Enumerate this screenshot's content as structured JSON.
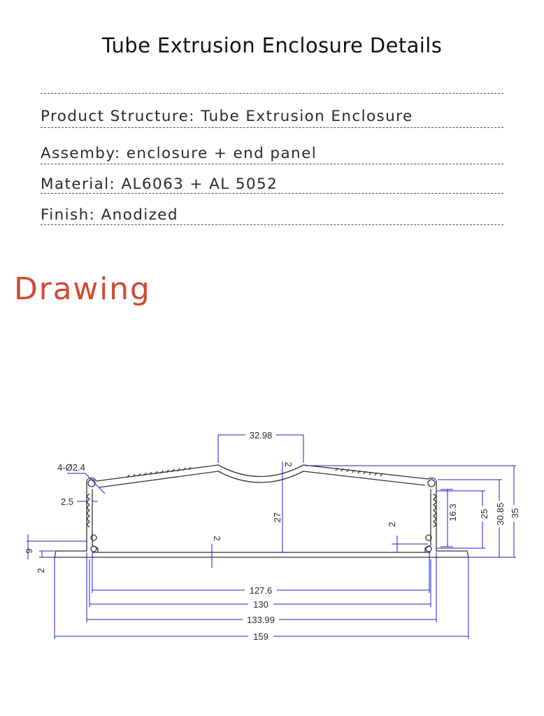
{
  "header": {
    "title": "Tube Extrusion Enclosure Details"
  },
  "specs": [
    {
      "label": "Product Structure",
      "value": "Tube Extrusion Enclosure"
    },
    {
      "label": "Assemby",
      "value": "enclosure + end panel"
    },
    {
      "label": "Material",
      "value": "AL6063 + AL 5052"
    },
    {
      "label": "Finish",
      "value": "Anodized"
    }
  ],
  "drawing": {
    "heading": "Drawing",
    "heading_color": "#d24a30",
    "profile_color": "#333333",
    "dimension_color": "#1f22c8",
    "dimensions": {
      "hole_callout": "4-Ø2.4",
      "top_recess_width": "32.98",
      "top_recess_depth": "2",
      "groove_offset": "2.5",
      "inner_height": "27",
      "wall_left": "2",
      "wall_right": "2",
      "flange_height": "6",
      "flange_thickness": "2",
      "slot_height": "16.3",
      "height_25": "25",
      "height_30_85": "30.85",
      "overall_height": "35",
      "width_127_6": "127.6",
      "width_130": "130",
      "width_133_99": "133.99",
      "overall_width": "159"
    }
  }
}
